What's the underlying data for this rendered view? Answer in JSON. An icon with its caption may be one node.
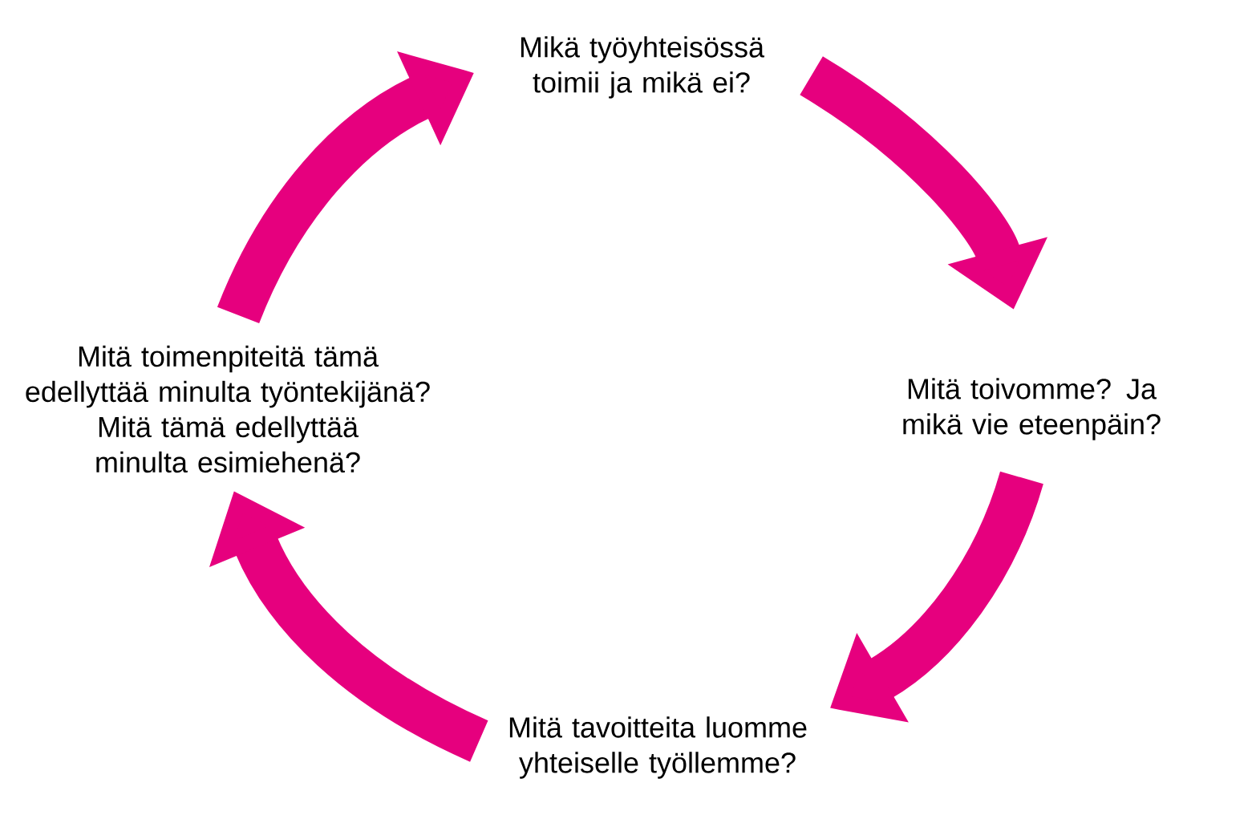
{
  "diagram": {
    "nodes": [
      {
        "text": [
          "Mikä työyhteisössä toimii ja mikä ei?"
        ]
      },
      {
        "text": [
          "Mitä toivomme? Ja mikä vie eteenpäin?"
        ]
      },
      {
        "text": [
          "Mitä tavoitteita luomme yhteiselle työllemme?"
        ]
      },
      {
        "text": [
          "Mitä toimenpiteitä tämä edellyttää minulta työntekijänä? Mitä tämä edellyttää minulta esimiehenä?"
        ]
      }
    ],
    "edges": [
      {
        "from": 0,
        "to": 1,
        "arrow": "to"
      },
      {
        "from": 1,
        "to": 2,
        "arrow": "to"
      },
      {
        "from": 2,
        "to": 3,
        "arrow": "to"
      },
      {
        "from": 3,
        "to": 0,
        "arrow": "to"
      }
    ]
  }
}
